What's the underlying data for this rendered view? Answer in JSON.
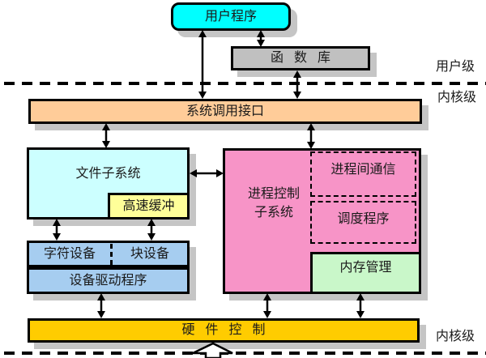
{
  "diagram": {
    "levels": {
      "user_level": "用户级",
      "kernel_level_top": "内核级",
      "kernel_level_bottom": "内核级"
    },
    "nodes": {
      "user_program": {
        "label": "用户程序",
        "fill": "#00ffff"
      },
      "function_library": {
        "label": "函 数 库",
        "fill": "#c0c0c0"
      },
      "system_call_interface": {
        "label": "系统调用接口",
        "fill": "#ffcc99"
      },
      "file_subsystem": {
        "label": "文件子系统",
        "fill": "#ccffff"
      },
      "buffer_cache": {
        "label": "高速缓冲",
        "fill": "#ffff99"
      },
      "process_control_subsystem": {
        "label_line1": "进程控制",
        "label_line2": "子系统",
        "fill": "#f794c7"
      },
      "inter_process_communication": {
        "label": "进程间通信"
      },
      "scheduler": {
        "label": "调度程序"
      },
      "memory_management": {
        "label": "内存管理",
        "fill": "#c9f7c9"
      },
      "character_device": {
        "label": "字符设备",
        "fill": "#a6cdf0"
      },
      "block_device": {
        "label": "块设备",
        "fill": "#a6cdf0"
      },
      "device_driver": {
        "label": "设备驱动程序",
        "fill": "#a6cdf0"
      },
      "hardware_control": {
        "label": "硬 件 控 制",
        "fill": "#ffcc00"
      }
    },
    "palette": {
      "border": "#000000",
      "shadow": "#c5c5c5",
      "background": "#ffffff"
    }
  }
}
